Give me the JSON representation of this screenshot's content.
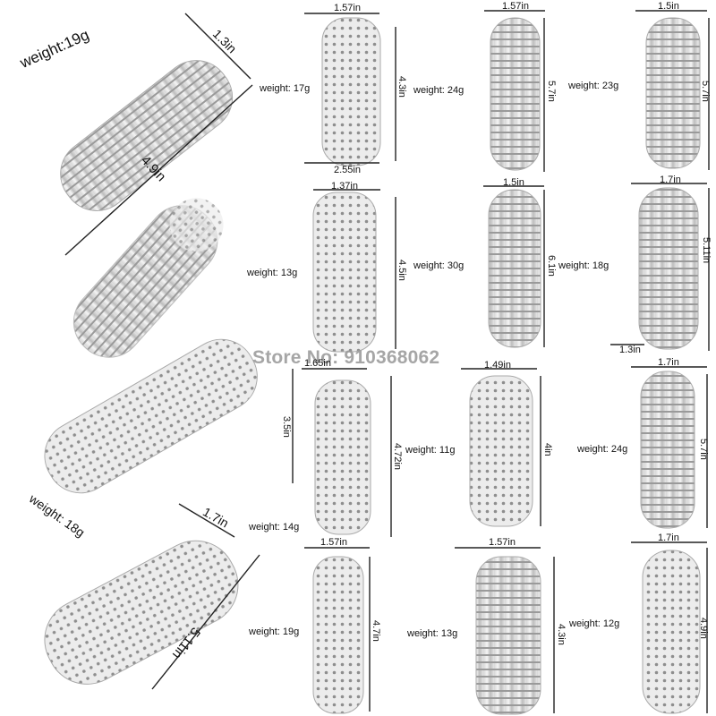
{
  "store_watermark": "Store No: 910368062",
  "left_column": [
    {
      "weight": "weight:19g",
      "dim_a": "1.3in",
      "dim_b": "4.9in"
    },
    {
      "weight": "weight: 18g"
    },
    {
      "weight": "",
      "dim_a": "1.7in",
      "dim_b": "5.11in"
    }
  ],
  "grid": [
    {
      "id": "r1c1",
      "weight": "weight: 17g",
      "top": "1.57in",
      "bottom": "2.55in",
      "side": "4.3in"
    },
    {
      "id": "r1c2",
      "weight": "weight: 24g",
      "top": "1.57in",
      "side": "5.7in"
    },
    {
      "id": "r1c3",
      "weight": "weight: 23g",
      "top": "1.5in",
      "side": "5.7in"
    },
    {
      "id": "r2c1",
      "weight": "weight: 13g",
      "top": "1.37in",
      "side": "4.5in"
    },
    {
      "id": "r2c2",
      "weight": "weight: 30g",
      "top": "1.5in",
      "side": "6.1in"
    },
    {
      "id": "r2c3",
      "weight": "weight: 18g",
      "top": "1.7in",
      "side": "5.11in",
      "extra": "1.3in"
    },
    {
      "id": "r3c1",
      "weight": "weight: 14g",
      "top": "1.65in",
      "side": "4.72in",
      "left": "3.5in"
    },
    {
      "id": "r3c2",
      "weight": "weight: 11g",
      "top": "1.49in",
      "side": "4in"
    },
    {
      "id": "r3c3",
      "weight": "weight: 24g",
      "top": "1.7in",
      "side": "5.7in"
    },
    {
      "id": "r4c1",
      "weight": "weight: 19g",
      "top": "1.57in",
      "side": "4.7in"
    },
    {
      "id": "r4c2",
      "weight": "weight: 13g",
      "top": "1.57in",
      "side": "4.3in"
    },
    {
      "id": "r4c3",
      "weight": "weight: 12g",
      "top": "1.7in",
      "side": "4.9in"
    }
  ]
}
